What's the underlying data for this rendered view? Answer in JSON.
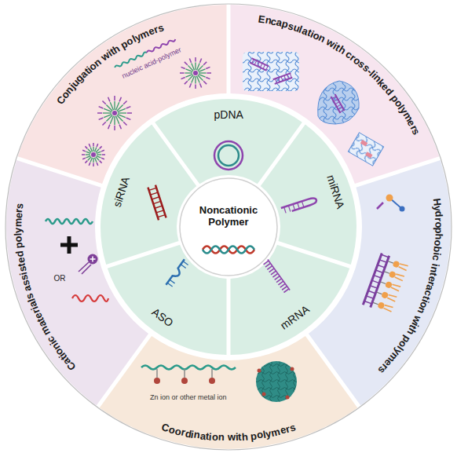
{
  "diagram": {
    "nodes": [
      {
        "text": [
          "Noncationic Polymer"
        ]
      },
      {
        "text": [
          "pDNA"
        ]
      },
      {
        "text": [
          "miRNA"
        ]
      },
      {
        "text": [
          "mRNA"
        ]
      },
      {
        "text": [
          "ASO"
        ]
      },
      {
        "text": [
          "siRNA"
        ]
      },
      {
        "text": [
          "Conjugation with polymers"
        ]
      },
      {
        "text": [
          "Encapsulation with cross-linked polymers"
        ]
      },
      {
        "text": [
          "Hydrophobic interaction with polymers"
        ]
      },
      {
        "text": [
          "Coordination with polymers"
        ]
      },
      {
        "text": [
          "Cationic materials assisted polymers"
        ]
      }
    ],
    "labels": [
      "nucleic acid-polymer",
      "Zn ion or other metal ion",
      "OR"
    ]
  }
}
